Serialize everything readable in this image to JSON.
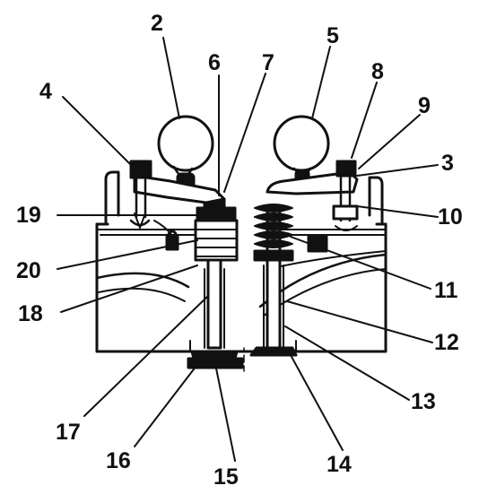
{
  "diagram": {
    "kind": "cross-section drawing of a cylinder head with two valves, rocker arms, camshaft lobes and valve springs",
    "callouts": [
      {
        "id": "c2",
        "text": "2"
      },
      {
        "id": "c4",
        "text": "4"
      },
      {
        "id": "c6",
        "text": "6"
      },
      {
        "id": "c7",
        "text": "7"
      },
      {
        "id": "c5",
        "text": "5"
      },
      {
        "id": "c8",
        "text": "8"
      },
      {
        "id": "c9",
        "text": "9"
      },
      {
        "id": "c3",
        "text": "3"
      },
      {
        "id": "c10",
        "text": "10"
      },
      {
        "id": "c19",
        "text": "19"
      },
      {
        "id": "c20",
        "text": "20"
      },
      {
        "id": "c18",
        "text": "18"
      },
      {
        "id": "c11",
        "text": "11"
      },
      {
        "id": "c12",
        "text": "12"
      },
      {
        "id": "c13",
        "text": "13"
      },
      {
        "id": "c17",
        "text": "17"
      },
      {
        "id": "c16",
        "text": "16"
      },
      {
        "id": "c15",
        "text": "15"
      },
      {
        "id": "c14",
        "text": "14"
      }
    ],
    "colors": {
      "ink": "#111111",
      "paper": "#ffffff"
    }
  }
}
